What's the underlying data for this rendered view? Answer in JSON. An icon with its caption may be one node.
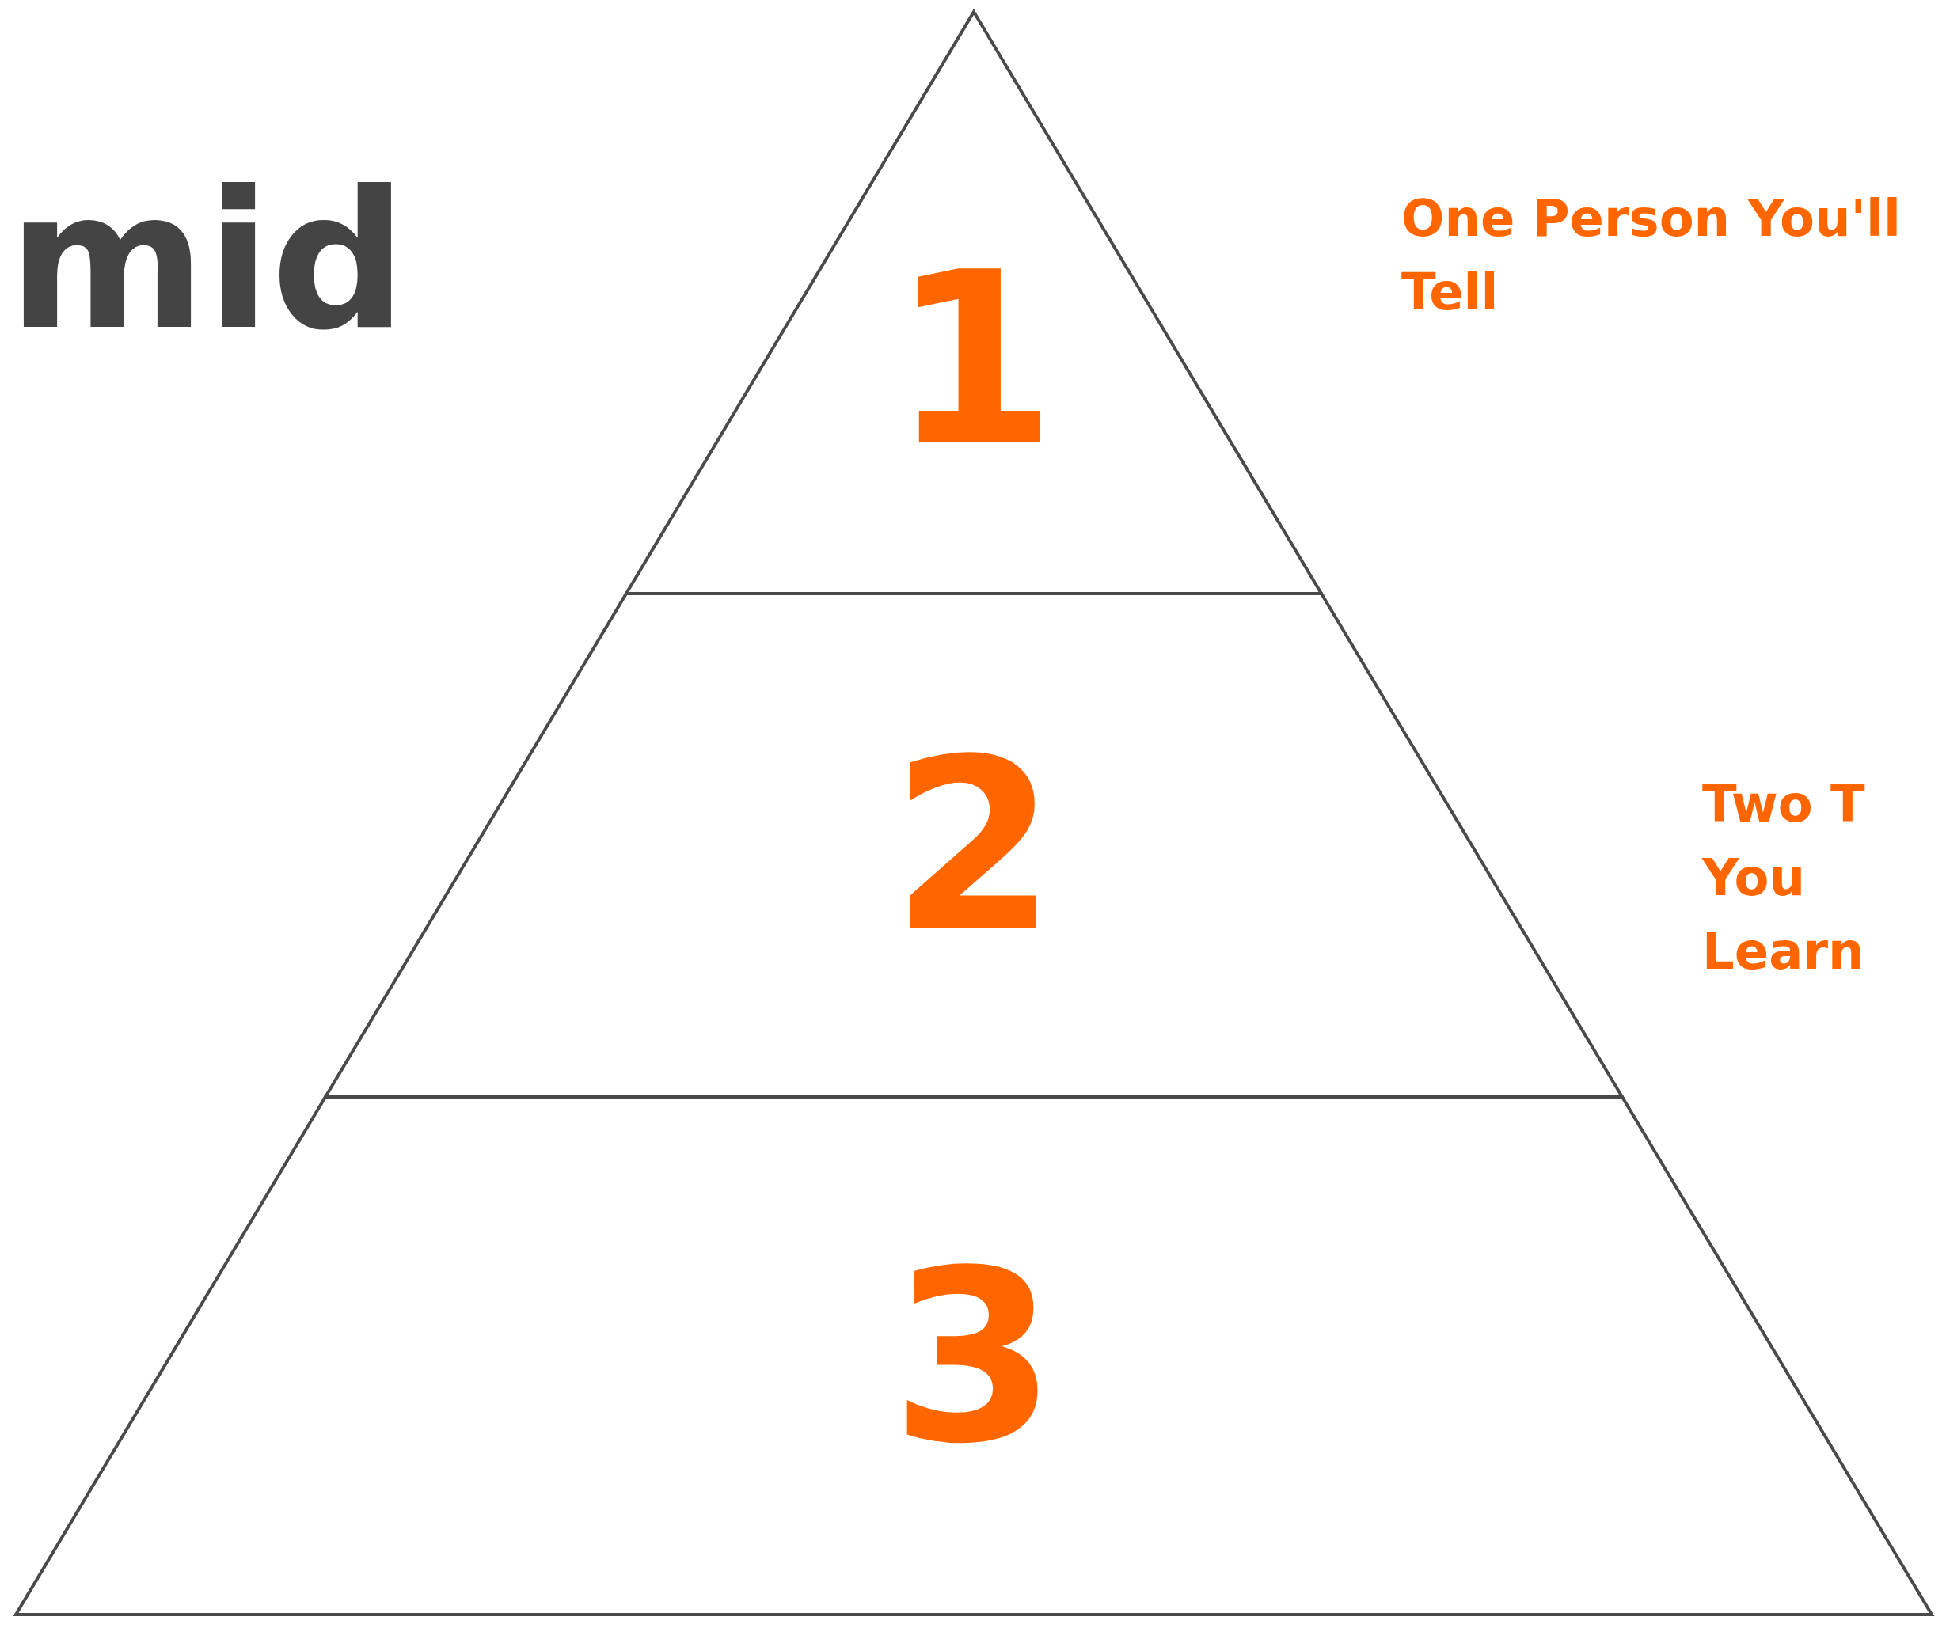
{
  "diagram": {
    "nodes": [
      {
        "text": [
          "1"
        ],
        "beside": [
          "One Person You'll Tell"
        ]
      },
      {
        "text": [
          "2"
        ],
        "beside": [
          "Two T You Learn"
        ]
      },
      {
        "text": [
          "3"
        ]
      }
    ],
    "labels": [
      "mid"
    ]
  }
}
